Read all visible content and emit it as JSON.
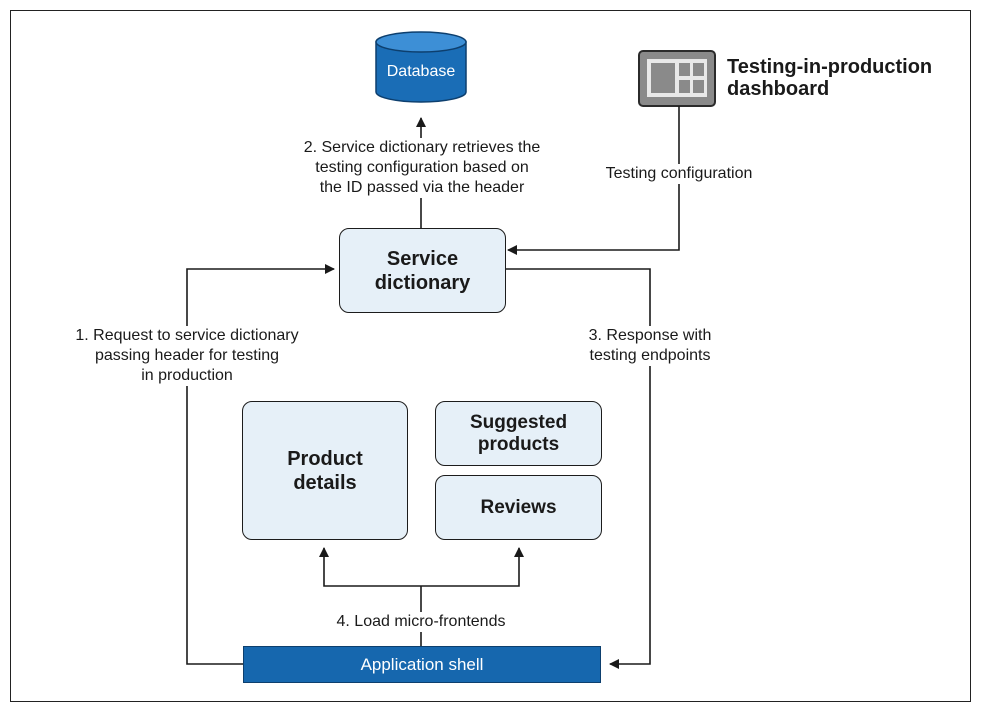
{
  "database": {
    "label": "Database"
  },
  "dashboard": {
    "label": "Testing-in-production\ndashboard"
  },
  "boxes": {
    "service_dictionary": "Service\ndictionary",
    "product_details": "Product\ndetails",
    "suggested_products": "Suggested\nproducts",
    "reviews": "Reviews",
    "application_shell": "Application shell"
  },
  "steps": {
    "step1": "1. Request to service dictionary\npassing header for testing\nin production",
    "step2": "2. Service dictionary retrieves the\ntesting configuration based on\nthe ID passed via the header",
    "step3": "3. Response with\ntesting endpoints",
    "step4": "4. Load micro-frontends",
    "testing_configuration": "Testing configuration"
  },
  "colors": {
    "box_fill": "#e6f0f8",
    "shell_fill": "#1667ae",
    "database_fill": "#1a6db6",
    "dashboard_fill": "#8a8a8a"
  }
}
